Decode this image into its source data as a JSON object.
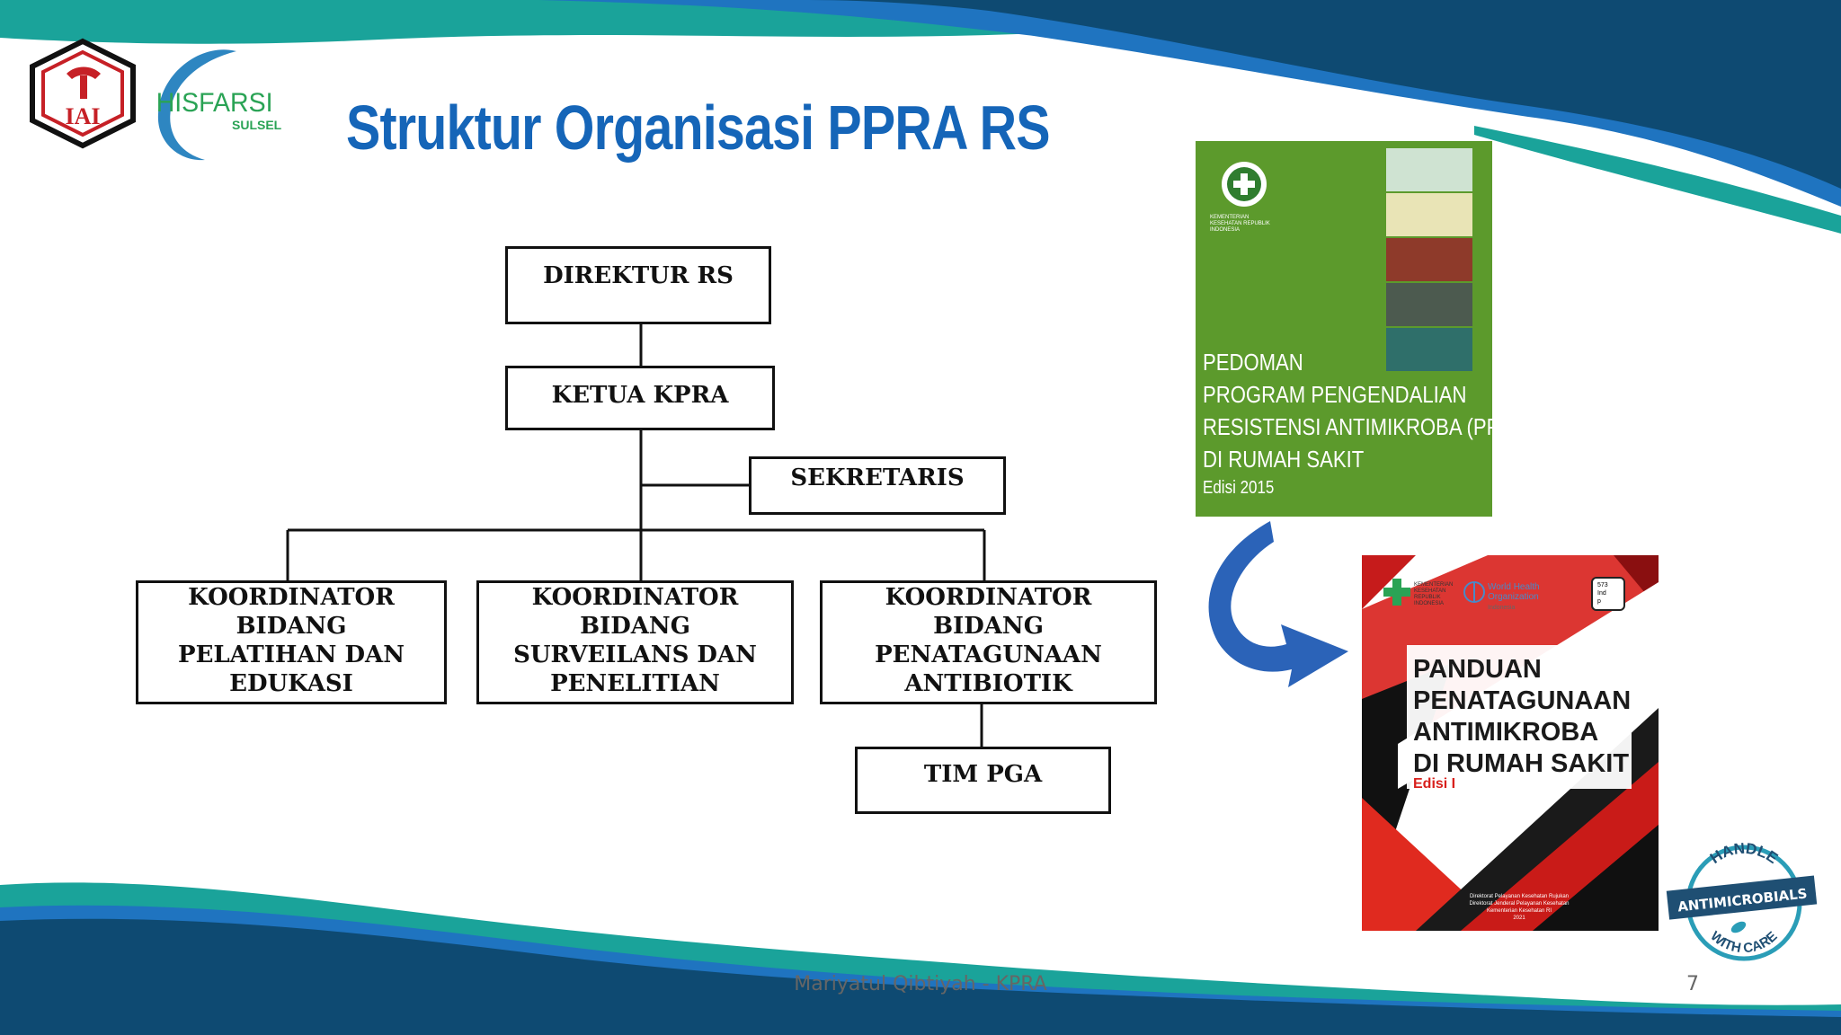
{
  "title": "Struktur Organisasi PPRA RS",
  "logos": {
    "iai_text": "IAI",
    "hisfarsi_text": "HISFARSI",
    "hisfarsi_sub": "SULSEL"
  },
  "org": {
    "direktur": "DIREKTUR RS",
    "ketua": "KETUA KPRA",
    "sekretaris": "SEKRETARIS",
    "koord1": "KOORDINATOR\nBIDANG\nPELATIHAN DAN\nEDUKASI",
    "koord2": "KOORDINATOR\nBIDANG\nSURVEILANS DAN\nPENELITIAN",
    "koord3": "KOORDINATOR\nBIDANG\nPENATAGUNAAN\nANTIBIOTIK",
    "tim": "TIM PGA"
  },
  "book1": {
    "publisher": "KEMENTERIAN KESEHATAN REPUBLIK INDONESIA",
    "line1": "PEDOMAN",
    "line2": "PROGRAM PENGENDALIAN",
    "line3": "RESISTENSI ANTIMIKROBA (PPRA)",
    "line4": "DI RUMAH SAKIT",
    "edition": "Edisi 2015"
  },
  "book2": {
    "kemenkes": "KEMENTERIAN\nKESEHATAN\nREPUBLIK\nINDONESIA",
    "who": "World Health\nOrganization",
    "who_sub": "Indonesia",
    "code": "573\nInd\np",
    "title": "PANDUAN\nPENATAGUNAAN\nANTIMIKROBA\nDI RUMAH SAKIT",
    "edition": "Edisi I",
    "footer": "Direktorat Pelayanan Kesehatan Rujukan\nDirektorat Jenderal Pelayanan Kesehatan\nKementerian Kesehatan RI\n2021"
  },
  "badge": {
    "top": "HANDLE",
    "middle": "ANTIMICROBIALS",
    "bottom": "WITH CARE"
  },
  "footer": "Mariyatul Qibtiyah - KPRA",
  "page_number": "7",
  "colors": {
    "title": "#1565b8",
    "teal": "#1aa39a",
    "navy": "#0e4a72",
    "blue": "#1f74c0",
    "book1_green": "#5c9a2c",
    "book2_red": "#d8201c",
    "arrow": "#2b63b8"
  }
}
